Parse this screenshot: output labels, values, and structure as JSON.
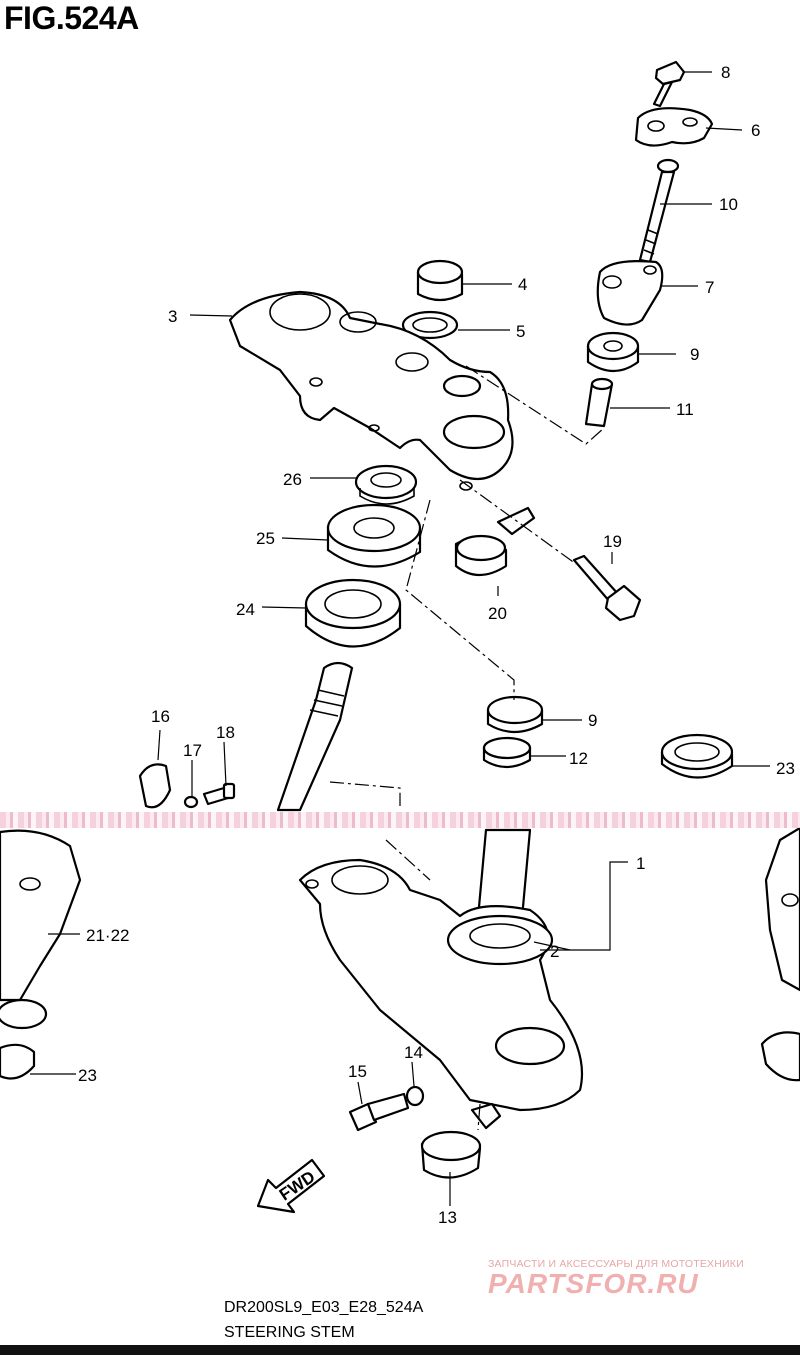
{
  "figure": {
    "title": "FIG.524A"
  },
  "callouts": [
    {
      "id": "8",
      "label": "8"
    },
    {
      "id": "6",
      "label": "6"
    },
    {
      "id": "10",
      "label": "10"
    },
    {
      "id": "4",
      "label": "4"
    },
    {
      "id": "7",
      "label": "7"
    },
    {
      "id": "3",
      "label": "3"
    },
    {
      "id": "5",
      "label": "5"
    },
    {
      "id": "9a",
      "label": "9"
    },
    {
      "id": "11",
      "label": "11"
    },
    {
      "id": "26",
      "label": "26"
    },
    {
      "id": "19",
      "label": "19"
    },
    {
      "id": "25",
      "label": "25"
    },
    {
      "id": "20",
      "label": "20"
    },
    {
      "id": "24",
      "label": "24"
    },
    {
      "id": "16",
      "label": "16"
    },
    {
      "id": "18",
      "label": "18"
    },
    {
      "id": "17",
      "label": "17"
    },
    {
      "id": "9b",
      "label": "9"
    },
    {
      "id": "12",
      "label": "12"
    },
    {
      "id": "23a",
      "label": "23"
    },
    {
      "id": "1",
      "label": "1"
    },
    {
      "id": "21-22",
      "label": "21·22"
    },
    {
      "id": "2",
      "label": "2"
    },
    {
      "id": "23b",
      "label": "23"
    },
    {
      "id": "14",
      "label": "14"
    },
    {
      "id": "15",
      "label": "15"
    },
    {
      "id": "13",
      "label": "13"
    }
  ],
  "fwd_arrow": {
    "label": "FWD"
  },
  "caption": {
    "model_code": "DR200SL9_E03_E28_524A",
    "section_name": "STEERING STEM"
  },
  "watermark": {
    "subtitle": "ЗАПЧАСТИ И АКСЕССУАРЫ ДЛЯ МОТОТЕХНИКИ",
    "logo": "PARTSFOR.RU"
  },
  "colors": {
    "line": "#000000",
    "watermark": "#f0b0b0",
    "seam": "#f2c9d6"
  }
}
